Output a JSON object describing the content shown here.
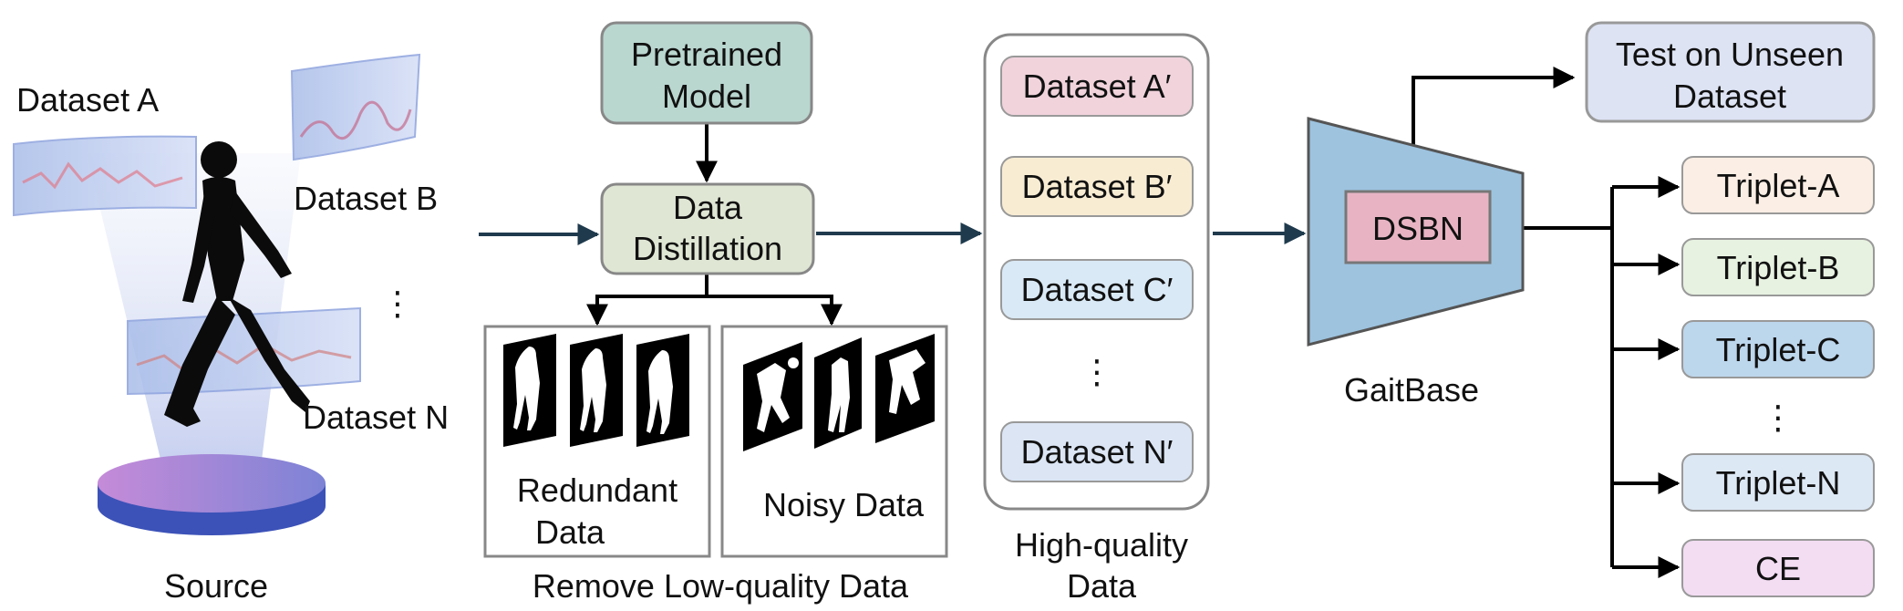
{
  "source": {
    "caption": "Source",
    "dataset_a": "Dataset A",
    "dataset_b": "Dataset B",
    "dataset_n": "Dataset N",
    "ellipsis": "⋮"
  },
  "pipeline": {
    "pretrained_line1": "Pretrained",
    "pretrained_line2": "Model",
    "distill_line1": "Data",
    "distill_line2": "Distillation",
    "redundant_line1": "Redundant",
    "redundant_line2": "Data",
    "noisy": "Noisy Data",
    "remove_caption": "Remove Low-quality Data"
  },
  "high_quality": {
    "datasets": [
      "Dataset A′",
      "Dataset B′",
      "Dataset C′",
      "Dataset N′"
    ],
    "ellipsis": "⋮",
    "caption_line1": "High-quality",
    "caption_line2": "Data"
  },
  "model": {
    "dsbn": "DSBN",
    "caption": "GaitBase",
    "test_line1": "Test on Unseen",
    "test_line2": "Dataset"
  },
  "losses": {
    "items": [
      "Triplet-A",
      "Triplet-B",
      "Triplet-C",
      "Triplet-N",
      "CE"
    ],
    "ellipsis": "⋮"
  },
  "colors": {
    "pretrained_fill": "#b9d6cf",
    "distill_fill": "#dfe6d4",
    "hq_a": "#f1d3dc",
    "hq_b": "#f8ecd3",
    "hq_c": "#d9e9f5",
    "hq_n": "#dbe5f4",
    "trapezoid": "#9dc3df",
    "dsbn": "#e8b4c4",
    "test": "#dde3f3",
    "triplet_a": "#fbeee4",
    "triplet_b": "#e7f2e0",
    "triplet_c": "#bcd6ec",
    "triplet_n": "#dde8f5",
    "ce": "#f3ddf3",
    "arrow_dark": "#1f3a4d"
  }
}
